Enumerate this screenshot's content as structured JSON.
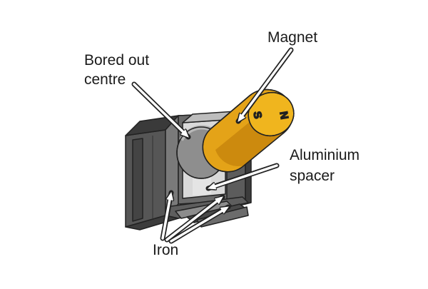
{
  "labels": {
    "magnet": "Magnet",
    "bored_out_centre_line1": "Bored out",
    "bored_out_centre_line2": "centre",
    "aluminium_spacer_line1": "Aluminium",
    "aluminium_spacer_line2": "spacer",
    "iron": "Iron"
  },
  "poles": {
    "south": "S",
    "north": "N"
  },
  "colors": {
    "magnet": "#e2a21a",
    "iron_dark": "#4a4a4a",
    "iron_mid": "#6e6e6e",
    "aluminium": "#d6d6d6",
    "bore": "#8a8a8a",
    "outline": "#222222"
  }
}
